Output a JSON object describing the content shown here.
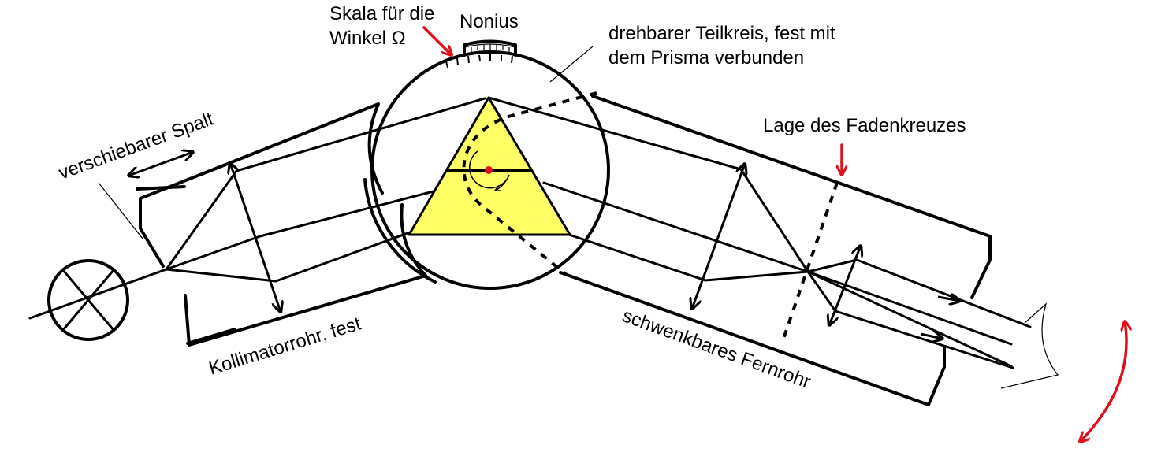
{
  "labels": {
    "skala_line1": "Skala für die",
    "skala_line2": "Winkel Ω",
    "nonius": "Nonius",
    "teilkreis_line1": "drehbarer Teilkreis, fest mit",
    "teilkreis_line2": "dem Prisma verbunden",
    "spalt": "verschiebarer Spalt",
    "fadenkreuz": "Lage des Fadenkreuzes",
    "kollimator": "Kollimatorrohr, fest",
    "fernrohr": "schwenkbares Fernrohr"
  },
  "colors": {
    "prism_fill": "#ffff66",
    "accent_red": "#e0101a",
    "line": "#000000"
  }
}
